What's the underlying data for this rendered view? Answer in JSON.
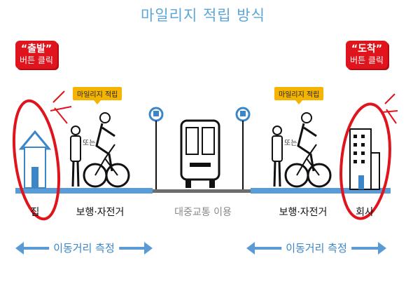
{
  "title": "마일리지 적립 방식",
  "start_callout": {
    "quoted": "“출발”",
    "action": "버튼 클릭"
  },
  "end_callout": {
    "quoted": "“도착”",
    "action": "버튼 클릭"
  },
  "mileage_tag": "마일리지 적립",
  "or_text": "또는",
  "labels": {
    "home": "집",
    "walk_bike_left": "보행·자전거",
    "transit": "대중교통 이용",
    "walk_bike_right": "보행·자전거",
    "company": "회사"
  },
  "measure_text": "이동거리 측정",
  "colors": {
    "blue": "#5b9bd5",
    "red": "#e0141c",
    "yellow": "#f4b400",
    "gray": "#6d6d6d"
  }
}
